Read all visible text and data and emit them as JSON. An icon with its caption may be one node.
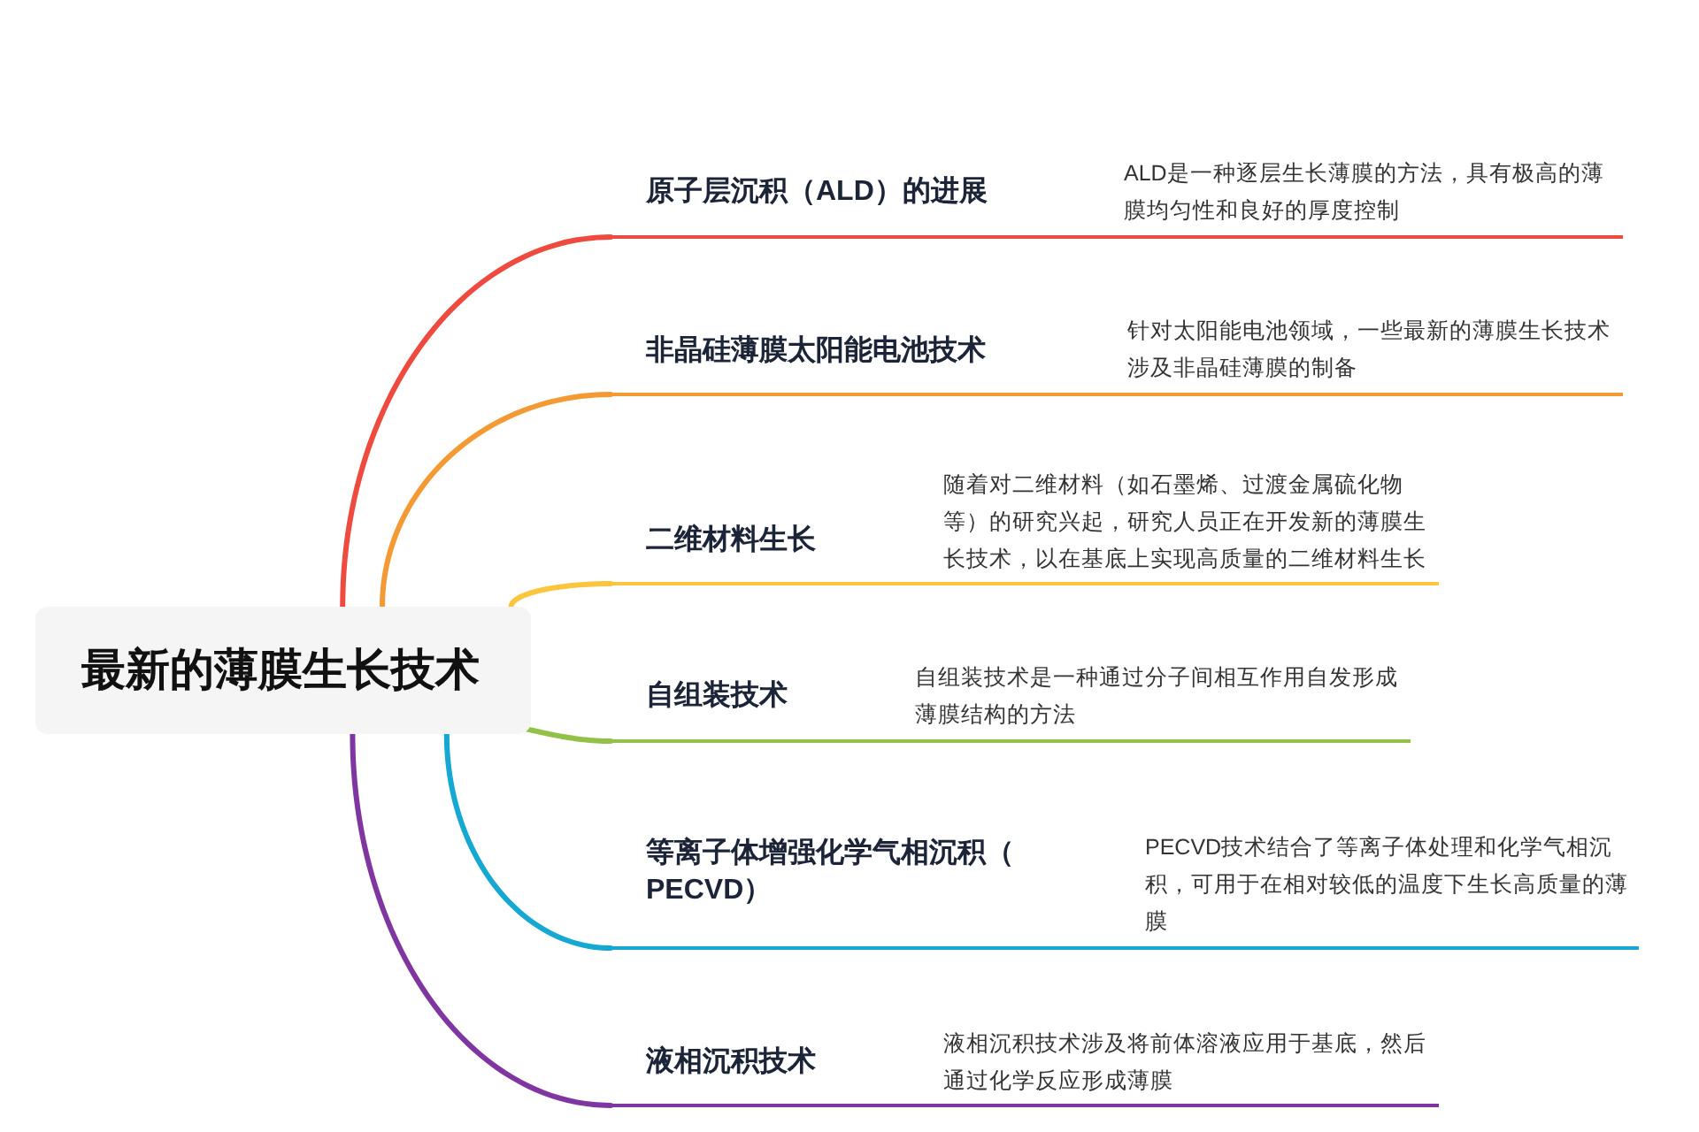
{
  "diagram": {
    "nodes": [
      {
        "text": [
          "最新的薄膜生长技术"
        ]
      },
      {
        "text": [
          "原子层沉积（ALD）的进展",
          "ALD是一种逐层生长薄膜的方法，具有极高的薄膜均匀性和良好的厚度控制"
        ]
      },
      {
        "text": [
          "非晶硅薄膜太阳能电池技术",
          "针对太阳能电池领域，一些最新的薄膜生长技术涉及非晶硅薄膜的制备"
        ]
      },
      {
        "text": [
          "二维材料生长",
          "随着对二维材料（如石墨烯、过渡金属硫化物等）的研究兴起，研究人员正在开发新的薄膜生长技术，以在基底上实现高质量的二维材料生长"
        ]
      },
      {
        "text": [
          "自组装技术",
          "自组装技术是一种通过分子间相互作用自发形成薄膜结构的方法"
        ]
      },
      {
        "text": [
          "等离子体增强化学气相沉积（PECVD）",
          "PECVD技术结合了等离子体处理和化学气相沉积，可用于在相对较低的温度下生长高质量的薄膜"
        ]
      },
      {
        "text": [
          "液相沉积技术",
          "液相沉积技术涉及将前体溶液应用于基底，然后通过化学反应形成薄膜"
        ]
      }
    ],
    "edges": [
      {
        "from": 0,
        "to": 1,
        "arrow": "none",
        "color": "#ee4a3f"
      },
      {
        "from": 0,
        "to": 2,
        "arrow": "none",
        "color": "#f39a35"
      },
      {
        "from": 0,
        "to": 3,
        "arrow": "none",
        "color": "#f9c63e"
      },
      {
        "from": 0,
        "to": 4,
        "arrow": "none",
        "color": "#93c147"
      },
      {
        "from": 0,
        "to": 5,
        "arrow": "none",
        "color": "#14a8d2"
      },
      {
        "from": 0,
        "to": 6,
        "arrow": "none",
        "color": "#8036a0"
      }
    ]
  }
}
